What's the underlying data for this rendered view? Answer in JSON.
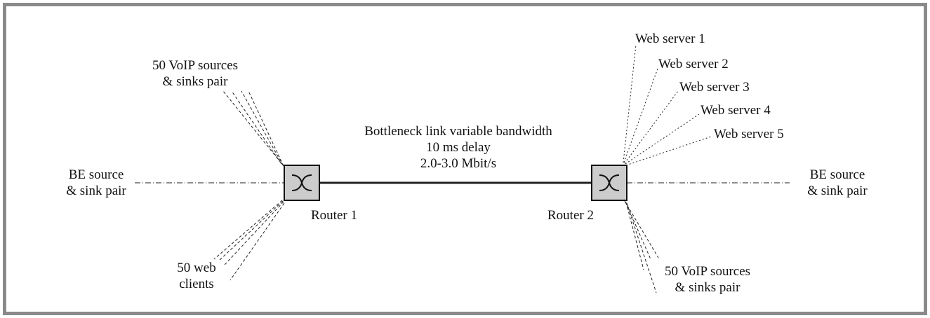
{
  "colors": {
    "frame": "#8a8a8a",
    "router_fill": "#cccccc",
    "line": "#222222"
  },
  "link": {
    "line1": "Bottleneck link variable bandwidth",
    "line2": "10 ms delay",
    "line3": "2.0-3.0 Mbit/s"
  },
  "router1": {
    "label": "Router 1",
    "icon": "router-switch-icon"
  },
  "router2": {
    "label": "Router 2",
    "icon": "router-switch-icon"
  },
  "left": {
    "voip": {
      "line1": "50 VoIP sources",
      "line2": "& sinks pair"
    },
    "be": {
      "line1": "BE source",
      "line2": "& sink pair"
    },
    "web": {
      "line1": "50 web",
      "line2": "clients"
    }
  },
  "right": {
    "servers": [
      "Web server 1",
      "Web server 2",
      "Web server 3",
      "Web server 4",
      "Web server 5"
    ],
    "be": {
      "line1": "BE source",
      "line2": "& sink pair"
    },
    "voip": {
      "line1": "50 VoIP sources",
      "line2": "& sinks pair"
    }
  }
}
